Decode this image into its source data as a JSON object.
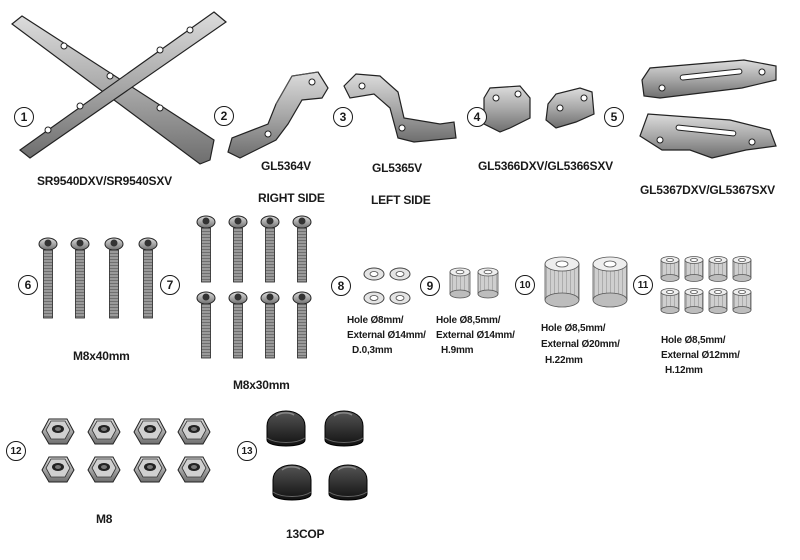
{
  "parts": [
    {
      "n": "1",
      "label": "SR9540DXV/SR9540SXV"
    },
    {
      "n": "2",
      "label": "GL5364V",
      "side": "RIGHT SIDE"
    },
    {
      "n": "3",
      "label": "GL5365V",
      "side": "LEFT SIDE"
    },
    {
      "n": "4",
      "label": "GL5366DXV/GL5366SXV"
    },
    {
      "n": "5"
    },
    {
      "n": "6",
      "label": "M8x40mm"
    },
    {
      "n": "7",
      "label": "M8x30mm"
    },
    {
      "n": "8",
      "desc": [
        "Hole Ø8mm/",
        "External Ø14mm/",
        "D.0,3mm"
      ]
    },
    {
      "n": "9",
      "desc": [
        "Hole Ø8,5mm/",
        "External Ø14mm/",
        "H.9mm"
      ]
    },
    {
      "n": "10",
      "desc": [
        "Hole Ø8,5mm/",
        "External Ø20mm/",
        "H.22mm"
      ]
    },
    {
      "n": "11",
      "desc": [
        "Hole Ø8,5mm/",
        "External Ø12mm/",
        "H.12mm"
      ]
    },
    {
      "n": "12",
      "label": "M8"
    },
    {
      "n": "13",
      "label": "13COP"
    }
  ],
  "extra_labels": {
    "part5_code": "GL5367DXV/GL5367SXV"
  }
}
